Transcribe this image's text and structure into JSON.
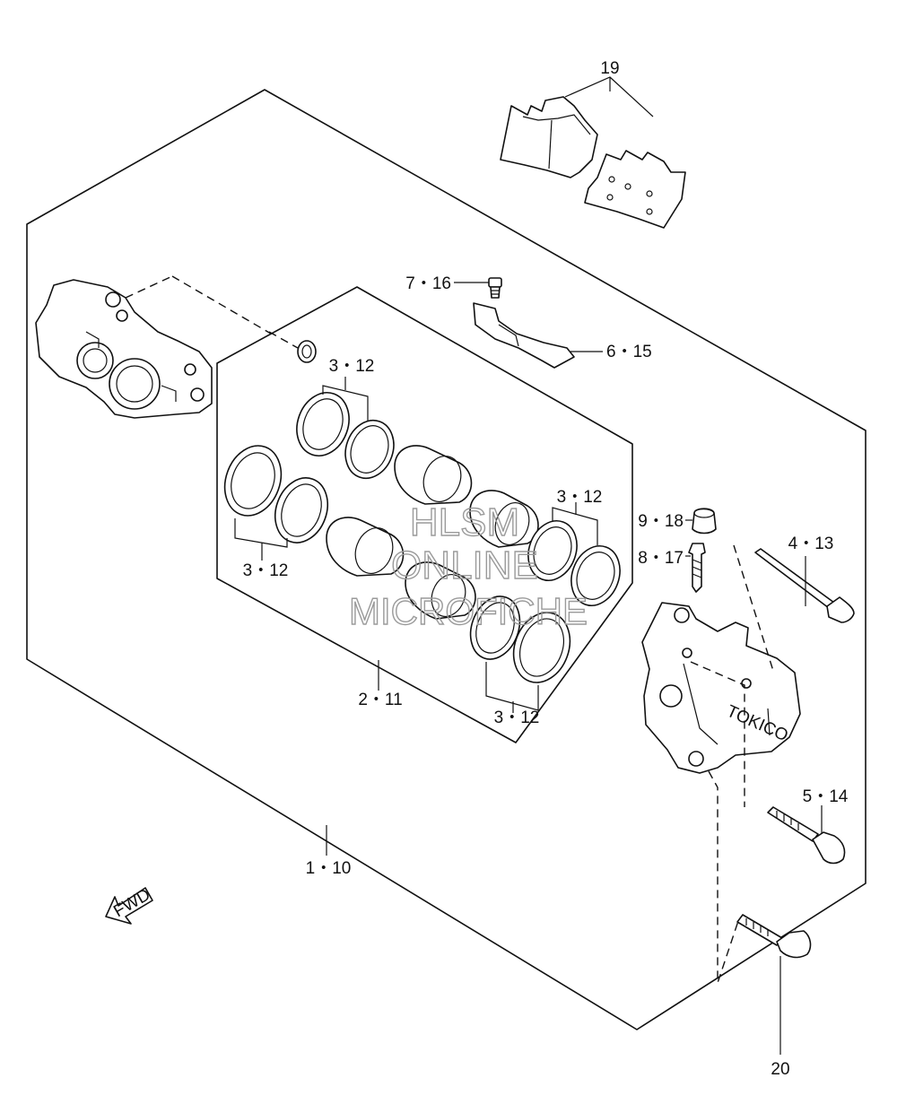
{
  "labels": {
    "pads": "19",
    "bolt_7": "7・16",
    "spring_6": "6・15",
    "seal_3a": "3・12",
    "seal_3b": "3・12",
    "seal_3c": "3・12",
    "seal_3d": "3・12",
    "cap_9": "9・18",
    "bleeder_8": "8・17",
    "pin_4": "4・13",
    "piston_2": "2・11",
    "bolt_5": "5・14",
    "caliper_1": "1・10",
    "bolt_20": "20"
  },
  "fwd": "FWD",
  "watermark": {
    "line1": "HLSM",
    "line2": "ONLINE",
    "line3": "MICROFICHE"
  },
  "caliper_marking": "TOKICO"
}
